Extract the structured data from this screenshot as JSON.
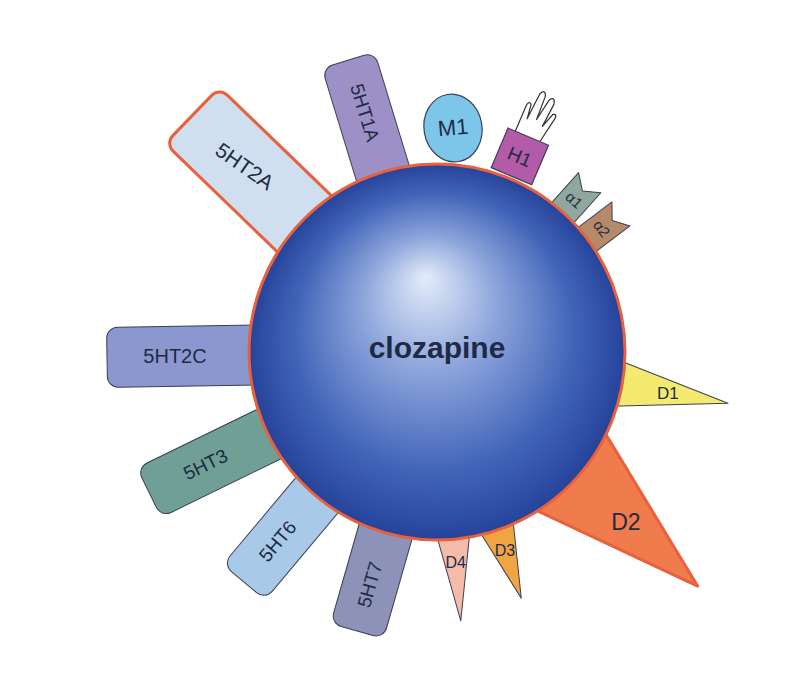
{
  "diagram": {
    "nodes": [
      {
        "text": [
          "clozapine"
        ]
      },
      {
        "text": [
          "5HT2A"
        ]
      },
      {
        "text": [
          "5HT1A"
        ]
      },
      {
        "text": [
          "M1"
        ]
      },
      {
        "text": [
          "H1"
        ]
      },
      {
        "text": [
          "α1"
        ]
      },
      {
        "text": [
          "α2"
        ]
      },
      {
        "text": [
          "D1"
        ]
      },
      {
        "text": [
          "D2"
        ]
      },
      {
        "text": [
          "D3"
        ]
      },
      {
        "text": [
          "D4"
        ]
      },
      {
        "text": [
          "5HT7"
        ]
      },
      {
        "text": [
          "5HT6"
        ]
      },
      {
        "text": [
          "5HT3"
        ]
      },
      {
        "text": [
          "5HT2C"
        ]
      }
    ]
  }
}
